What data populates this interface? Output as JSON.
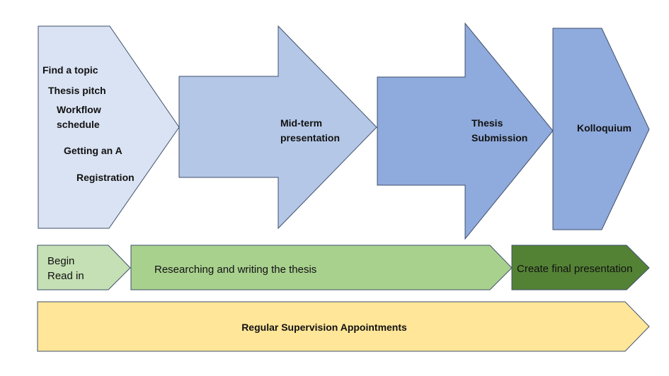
{
  "colors": {
    "stage_light": "#dae3f3",
    "stage_mid": "#b4c7e7",
    "stage_dark": "#8faadc",
    "green_light": "#c5e0b4",
    "green_mid": "#a9d18e",
    "green_dark": "#548235",
    "yellow": "#ffe699",
    "outline": "#3f4f6b"
  },
  "stages": [
    {
      "id": "preparation",
      "lines": [
        "Find a topic",
        "Thesis pitch",
        "Workflow",
        "schedule",
        "Getting an A",
        "Registration"
      ]
    },
    {
      "id": "mid-term",
      "lines": [
        "Mid-term",
        "presentation"
      ]
    },
    {
      "id": "submission",
      "lines": [
        "Thesis",
        "Submission"
      ]
    },
    {
      "id": "kolloquium",
      "lines": [
        "Kolloquium"
      ]
    }
  ],
  "phases": [
    {
      "id": "begin",
      "lines": [
        "Begin",
        "Read in"
      ]
    },
    {
      "id": "research",
      "lines": [
        "Researching and writing the thesis"
      ]
    },
    {
      "id": "final",
      "lines": [
        "Create final presentation"
      ]
    }
  ],
  "supervision": {
    "label": "Regular Supervision Appointments"
  }
}
